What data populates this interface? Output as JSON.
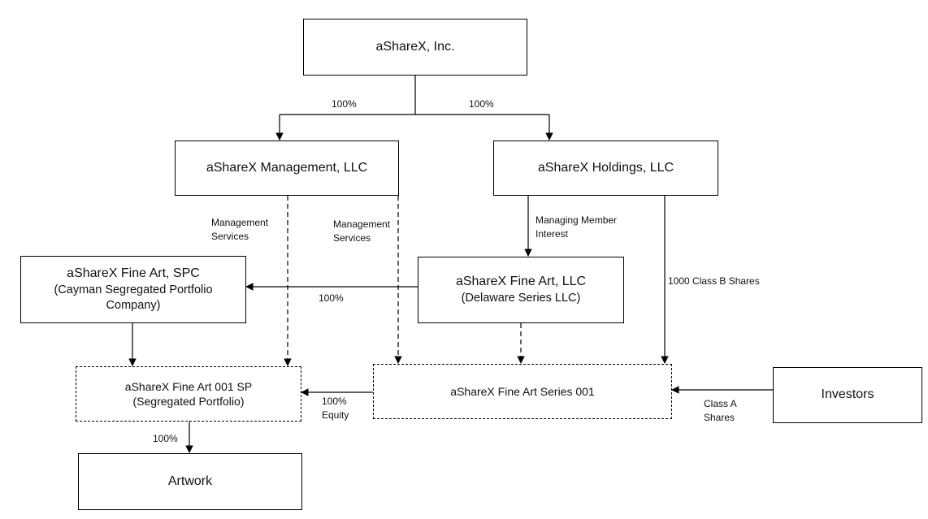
{
  "entities": {
    "inc": {
      "name": "aShareX, Inc."
    },
    "management": {
      "name": "aShareX Management, LLC"
    },
    "holdings": {
      "name": "aShareX Holdings, LLC"
    },
    "spc": {
      "name": "aShareX Fine Art, SPC",
      "line2": "(Cayman Segregated Portfolio",
      "line3": "Company)"
    },
    "fine_art_llc": {
      "name": "aShareX Fine Art, LLC",
      "line2": "(Delaware Series LLC)"
    },
    "sp001": {
      "name": "aShareX Fine Art 001 SP",
      "line2": "(Segregated Portfolio)"
    },
    "series001": {
      "name": "aShareX Fine Art Series 001"
    },
    "investors": {
      "name": "Investors"
    },
    "artwork": {
      "name": "Artwork"
    }
  },
  "labels": {
    "inc_to_management": "100%",
    "inc_to_holdings": "100%",
    "mgmt_services_1_line1": "Management",
    "mgmt_services_1_line2": "Services",
    "mgmt_services_2_line1": "Management",
    "mgmt_services_2_line2": "Services",
    "managing_member_line1": "Managing Member",
    "managing_member_line2": "Interest",
    "llc_to_spc": "100%",
    "class_b_shares": "1000 Class B Shares",
    "equity_line1": "100%",
    "equity_line2": "Equity",
    "class_a_line1": "Class A",
    "class_a_line2": "Shares",
    "sp_to_artwork": "100%"
  },
  "colors": {
    "line": "#000000",
    "box_border": "#000000",
    "background": "#ffffff"
  }
}
